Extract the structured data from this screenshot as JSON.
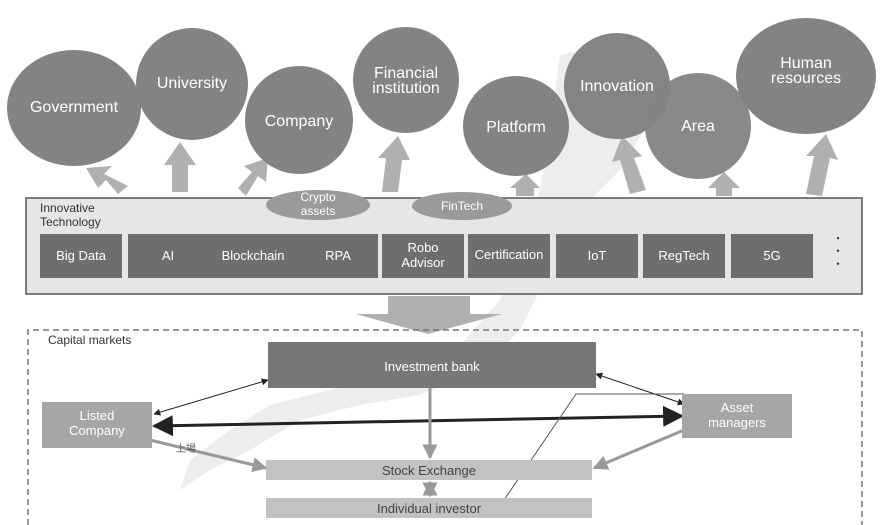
{
  "stakeholders": [
    {
      "id": "government",
      "label": "Government"
    },
    {
      "id": "university",
      "label": "University"
    },
    {
      "id": "company",
      "label": "Company"
    },
    {
      "id": "financial-institution",
      "label": "Financial\ninstitution"
    },
    {
      "id": "platform",
      "label": "Platform"
    },
    {
      "id": "innovation",
      "label": "Innovation"
    },
    {
      "id": "area",
      "label": "Area"
    },
    {
      "id": "human-resources",
      "label": "Human\nresources"
    }
  ],
  "innovative_technology": {
    "title": "Innovative\nTechnology",
    "overlays": [
      {
        "id": "crypto-assets",
        "label": "Crypto\nassets"
      },
      {
        "id": "fintech",
        "label": "FinTech"
      }
    ],
    "technologies": [
      {
        "id": "big-data",
        "label": "Big Data"
      },
      {
        "id": "ai",
        "label": "AI"
      },
      {
        "id": "blockchain",
        "label": "Blockchain"
      },
      {
        "id": "rpa",
        "label": "RPA"
      },
      {
        "id": "robo-advisor",
        "label": "Robo\nAdvisor"
      },
      {
        "id": "certification",
        "label": "Certification"
      },
      {
        "id": "iot",
        "label": "IoT"
      },
      {
        "id": "regtech",
        "label": "RegTech"
      },
      {
        "id": "5g",
        "label": "5G"
      }
    ],
    "continuation": "・\n・\n・"
  },
  "capital_markets": {
    "title": "Capital markets",
    "investment_bank": "Investment bank",
    "listed_company": "Listed\nCompany",
    "asset_managers": "Asset\nmanagers",
    "stock_exchange": "Stock Exchange",
    "individual_investor": "Individual investor",
    "listing_label": "上場"
  },
  "colors": {
    "circle": "#838383",
    "circle_text": "#ffffff",
    "arrow": "#b0b0b0",
    "tech_panel": "#e6e6e6",
    "tech_box": "#6e6e6e",
    "bank_box": "#777777",
    "side_box": "#a6a6a6",
    "exchange_bar": "#c2c2c2"
  }
}
